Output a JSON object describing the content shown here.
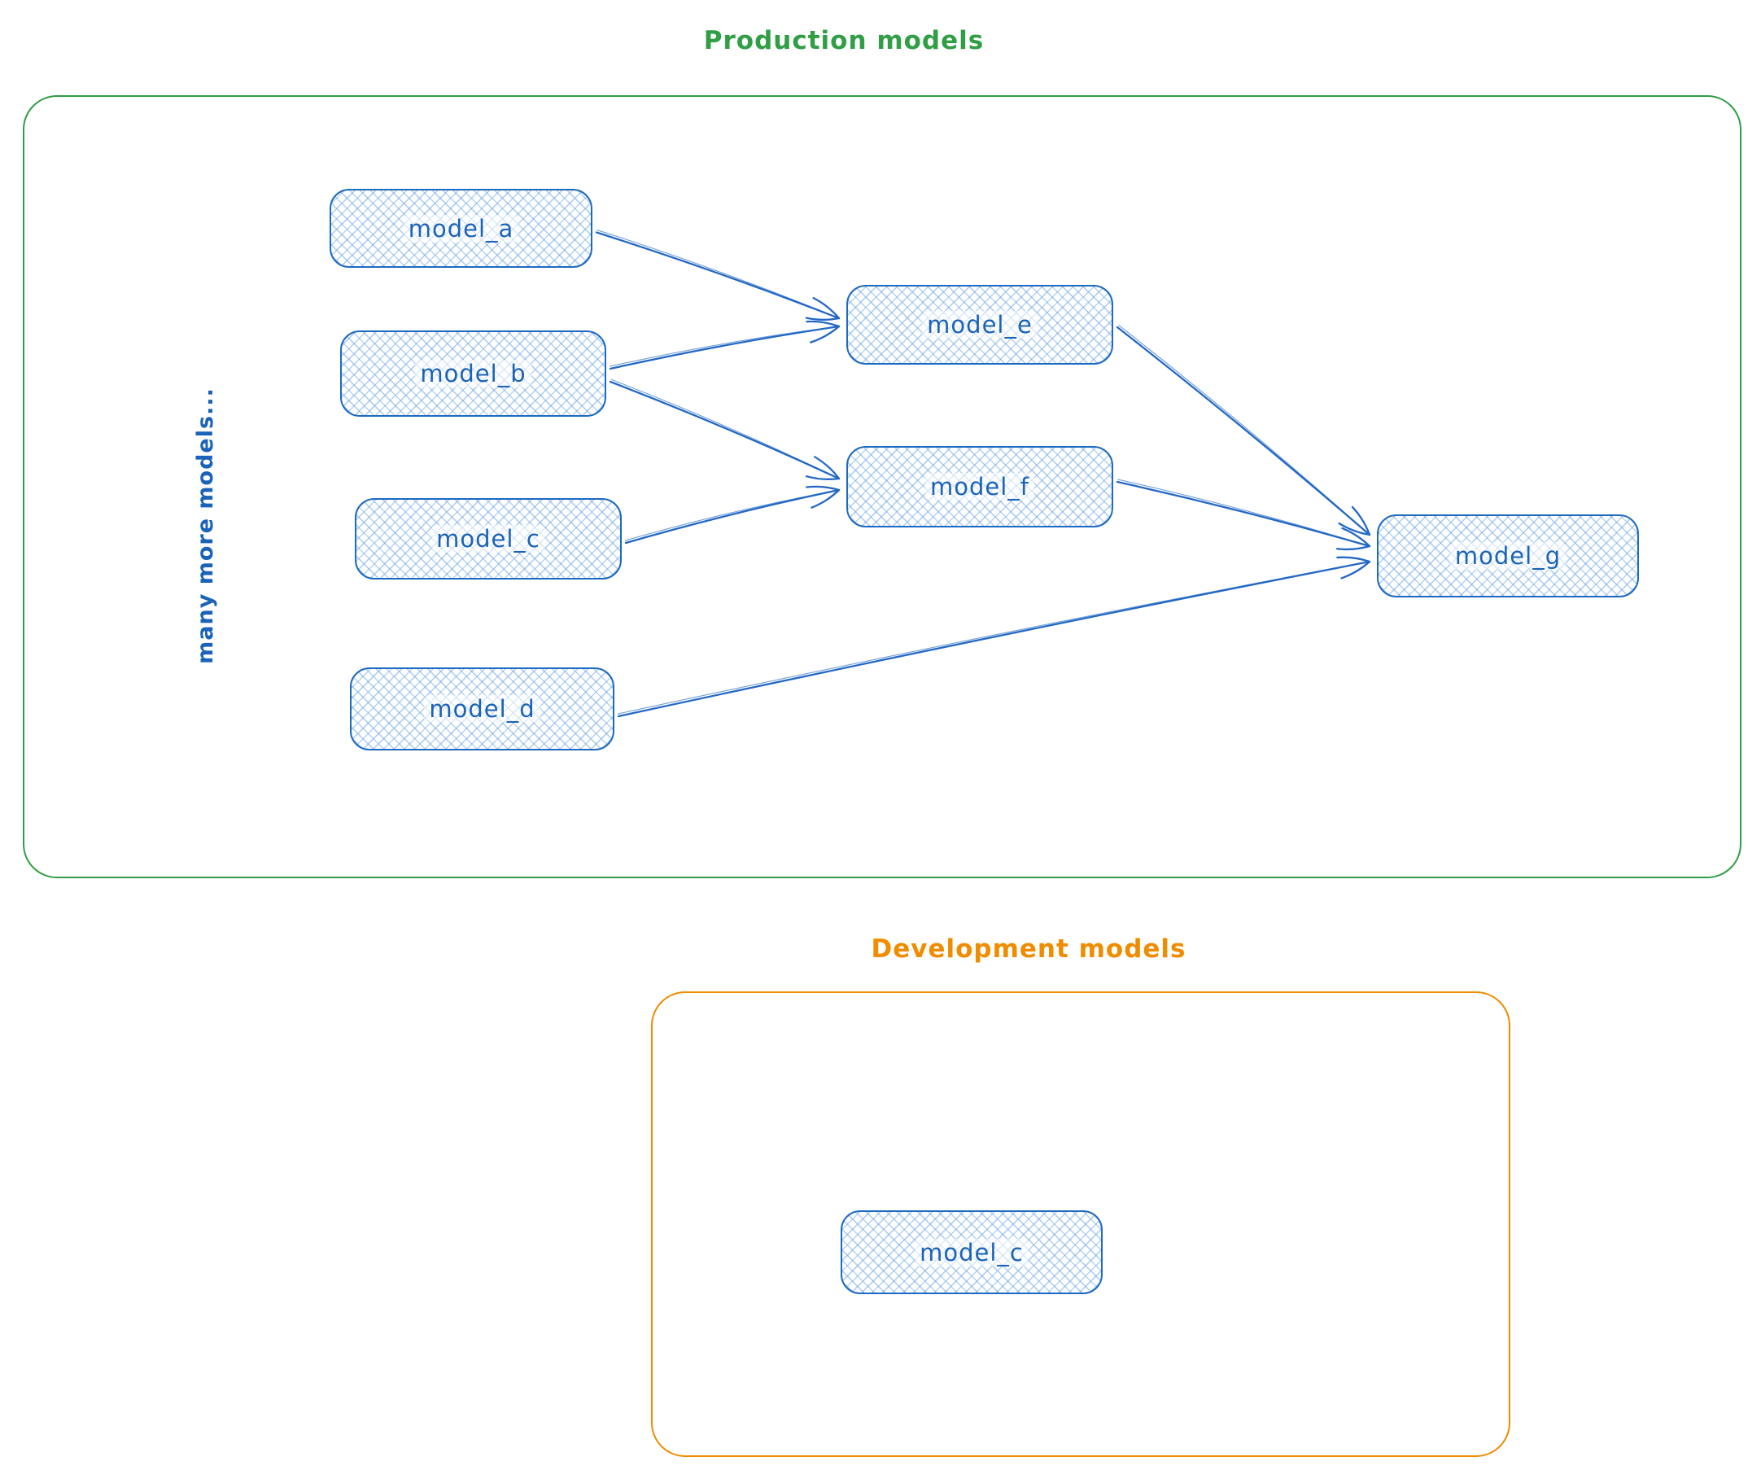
{
  "production": {
    "title": "Production models",
    "side_note": "many more models...",
    "nodes": [
      {
        "id": "model_a",
        "label": "model_a"
      },
      {
        "id": "model_b",
        "label": "model_b"
      },
      {
        "id": "model_c",
        "label": "model_c"
      },
      {
        "id": "model_d",
        "label": "model_d"
      },
      {
        "id": "model_e",
        "label": "model_e"
      },
      {
        "id": "model_f",
        "label": "model_f"
      },
      {
        "id": "model_g",
        "label": "model_g"
      }
    ],
    "edges": [
      {
        "from": "model_a",
        "to": "model_e"
      },
      {
        "from": "model_b",
        "to": "model_e"
      },
      {
        "from": "model_b",
        "to": "model_f"
      },
      {
        "from": "model_c",
        "to": "model_f"
      },
      {
        "from": "model_e",
        "to": "model_g"
      },
      {
        "from": "model_f",
        "to": "model_g"
      },
      {
        "from": "model_d",
        "to": "model_g"
      }
    ]
  },
  "development": {
    "title": "Development models",
    "nodes": [
      {
        "id": "dev_model_c",
        "label": "model_c"
      }
    ]
  },
  "colors": {
    "production_border": "#2f9e44",
    "development_border": "#f08c00",
    "node_stroke": "#1c6ac1",
    "node_fill_hatch": "#a5d8ff",
    "label_text": "#1b63b8",
    "arrow": "#2368c4"
  }
}
